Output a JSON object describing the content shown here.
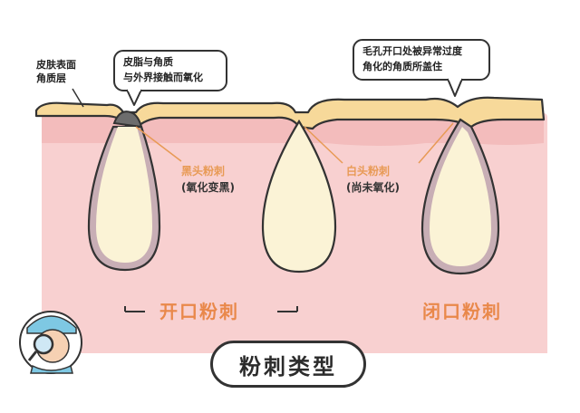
{
  "labels": {
    "skin_surface": "皮肤表面",
    "keratin_layer": "角质层",
    "bubble_left_line1": "皮脂与角质",
    "bubble_left_line2": "与外界接触而氧化",
    "bubble_right_line1": "毛孔开口处被异常过度",
    "bubble_right_line2": "角化的角质所盖住",
    "blackhead": "黑头粉刺",
    "blackhead_note": "(氧化变黑)",
    "whitehead": "白头粉刺",
    "whitehead_note": "(尚未氧化)",
    "open_comedo": "开口粉刺",
    "closed_comedo": "闭口粉刺",
    "title": "粉刺类型"
  },
  "colors": {
    "skin_pink": "#f8d0d0",
    "skin_dark_pink": "#f3b9b9",
    "keratin_yellow": "#f7d99a",
    "sebum_cream": "#fbf3d6",
    "outline": "#333333",
    "orange_label": "#e89a55"
  },
  "icons": {
    "doctor": "doctor-magnifier-icon"
  }
}
